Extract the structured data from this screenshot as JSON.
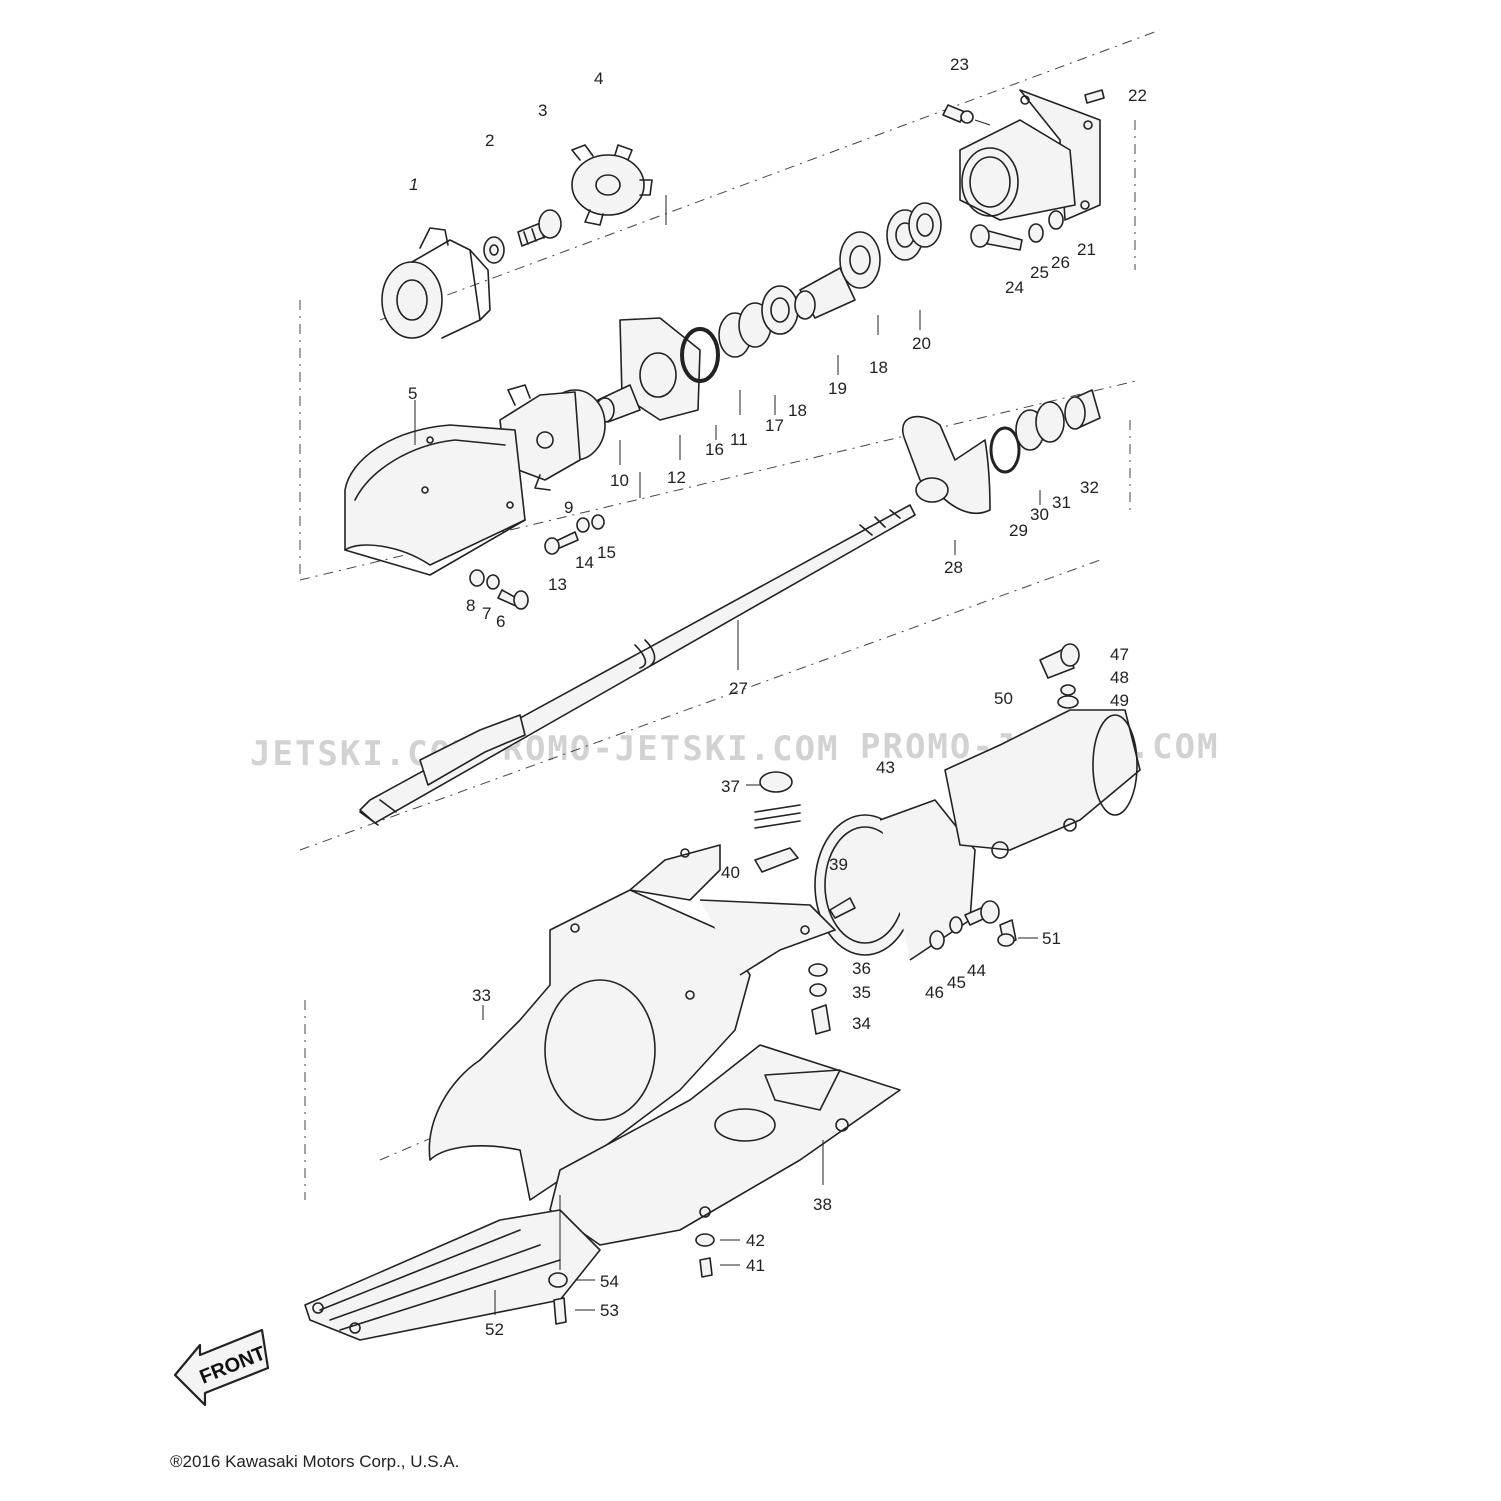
{
  "watermark": {
    "left": "JETSKI.COM",
    "middle": "PROMO-JETSKI.COM",
    "right": "PROMO-JETSKI.COM"
  },
  "front_label": "FRONT",
  "copyright": "®2016 Kawasaki Motors Corp., U.S.A.",
  "callouts": [
    {
      "id": "c1",
      "text": "1"
    },
    {
      "id": "c2",
      "text": "2"
    },
    {
      "id": "c3",
      "text": "3"
    },
    {
      "id": "c4",
      "text": "4"
    },
    {
      "id": "c5",
      "text": "5"
    },
    {
      "id": "c6",
      "text": "6"
    },
    {
      "id": "c7",
      "text": "7"
    },
    {
      "id": "c8",
      "text": "8"
    },
    {
      "id": "c9",
      "text": "9"
    },
    {
      "id": "c10",
      "text": "10"
    },
    {
      "id": "c11",
      "text": "11"
    },
    {
      "id": "c12",
      "text": "12"
    },
    {
      "id": "c13",
      "text": "13"
    },
    {
      "id": "c14",
      "text": "14"
    },
    {
      "id": "c15",
      "text": "15"
    },
    {
      "id": "c16",
      "text": "16"
    },
    {
      "id": "c17",
      "text": "17"
    },
    {
      "id": "c18a",
      "text": "18"
    },
    {
      "id": "c18b",
      "text": "18"
    },
    {
      "id": "c19",
      "text": "19"
    },
    {
      "id": "c20",
      "text": "20"
    },
    {
      "id": "c21",
      "text": "21"
    },
    {
      "id": "c22",
      "text": "22"
    },
    {
      "id": "c23",
      "text": "23"
    },
    {
      "id": "c24",
      "text": "24"
    },
    {
      "id": "c25",
      "text": "25"
    },
    {
      "id": "c26",
      "text": "26"
    },
    {
      "id": "c27",
      "text": "27"
    },
    {
      "id": "c28",
      "text": "28"
    },
    {
      "id": "c29",
      "text": "29"
    },
    {
      "id": "c30",
      "text": "30"
    },
    {
      "id": "c31",
      "text": "31"
    },
    {
      "id": "c32",
      "text": "32"
    },
    {
      "id": "c33",
      "text": "33"
    },
    {
      "id": "c34",
      "text": "34"
    },
    {
      "id": "c35",
      "text": "35"
    },
    {
      "id": "c36",
      "text": "36"
    },
    {
      "id": "c37",
      "text": "37"
    },
    {
      "id": "c38",
      "text": "38"
    },
    {
      "id": "c39",
      "text": "39"
    },
    {
      "id": "c40",
      "text": "40"
    },
    {
      "id": "c41",
      "text": "41"
    },
    {
      "id": "c42",
      "text": "42"
    },
    {
      "id": "c43",
      "text": "43"
    },
    {
      "id": "c44",
      "text": "44"
    },
    {
      "id": "c45",
      "text": "45"
    },
    {
      "id": "c46",
      "text": "46"
    },
    {
      "id": "c47",
      "text": "47"
    },
    {
      "id": "c48",
      "text": "48"
    },
    {
      "id": "c49",
      "text": "49"
    },
    {
      "id": "c50",
      "text": "50"
    },
    {
      "id": "c51",
      "text": "51"
    },
    {
      "id": "c52",
      "text": "52"
    },
    {
      "id": "c53",
      "text": "53"
    },
    {
      "id": "c54",
      "text": "54"
    }
  ]
}
